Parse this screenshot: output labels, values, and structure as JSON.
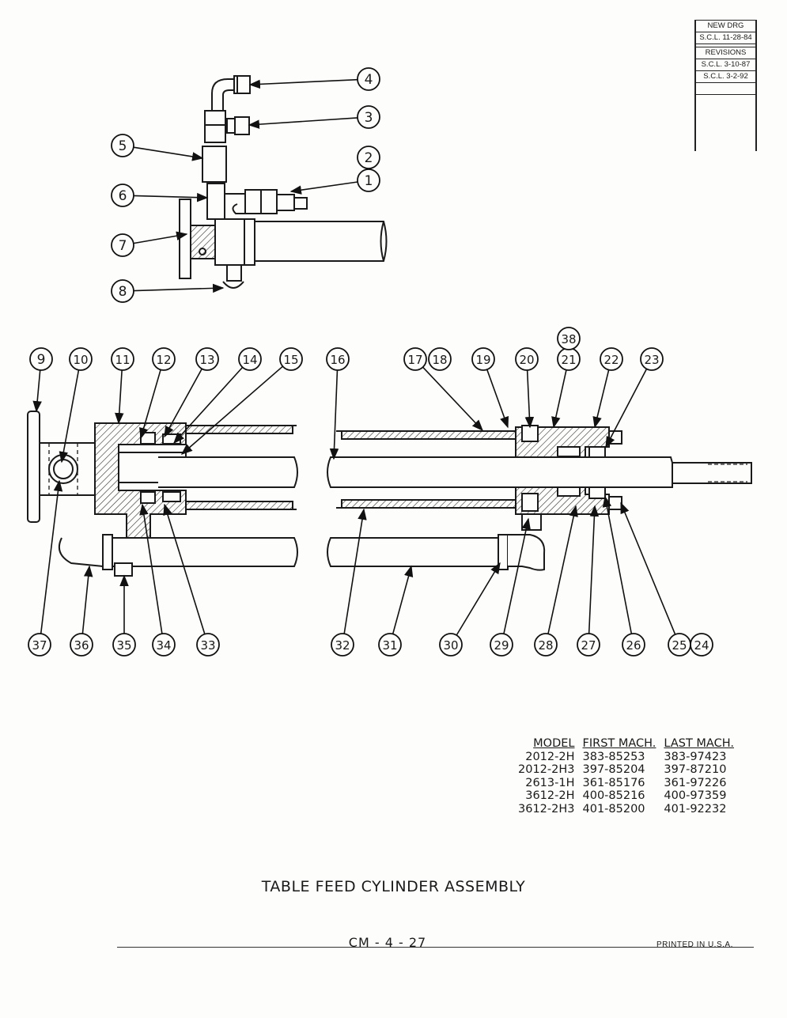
{
  "revisions": {
    "new_drawing": [
      "NEW  DRG",
      "S.C.L. 11-28-84"
    ],
    "header": "REVISIONS",
    "entries": [
      "S.C.L. 3-10-87",
      "S.C.L. 3-2-92"
    ]
  },
  "callouts": [
    {
      "label": "1"
    },
    {
      "label": "2"
    },
    {
      "label": "3"
    },
    {
      "label": "4"
    },
    {
      "label": "5"
    },
    {
      "label": "6"
    },
    {
      "label": "7"
    },
    {
      "label": "8"
    },
    {
      "label": "9"
    },
    {
      "label": "10"
    },
    {
      "label": "11"
    },
    {
      "label": "12"
    },
    {
      "label": "13"
    },
    {
      "label": "14"
    },
    {
      "label": "15"
    },
    {
      "label": "16"
    },
    {
      "label": "17"
    },
    {
      "label": "18"
    },
    {
      "label": "19"
    },
    {
      "label": "20"
    },
    {
      "label": "21"
    },
    {
      "label": "22"
    },
    {
      "label": "23"
    },
    {
      "label": "24"
    },
    {
      "label": "25"
    },
    {
      "label": "26"
    },
    {
      "label": "27"
    },
    {
      "label": "28"
    },
    {
      "label": "29"
    },
    {
      "label": "30"
    },
    {
      "label": "31"
    },
    {
      "label": "32"
    },
    {
      "label": "33"
    },
    {
      "label": "34"
    },
    {
      "label": "35"
    },
    {
      "label": "36"
    },
    {
      "label": "37"
    },
    {
      "label": "38"
    }
  ],
  "model_table": {
    "headers": [
      "MODEL",
      "FIRST MACH.",
      "LAST MACH."
    ],
    "rows": [
      [
        "2012-2H",
        "383-85253",
        "383-97423"
      ],
      [
        "2012-2H3",
        "397-85204",
        "397-87210"
      ],
      [
        "2613-1H",
        "361-85176",
        "361-97226"
      ],
      [
        "3612-2H",
        "400-85216",
        "400-97359"
      ],
      [
        "3612-2H3",
        "401-85200",
        "401-92232"
      ]
    ]
  },
  "title": "TABLE FEED CYLINDER ASSEMBLY",
  "page_id": "CM - 4 - 27",
  "printed_in": "PRINTED  IN  U.S.A."
}
